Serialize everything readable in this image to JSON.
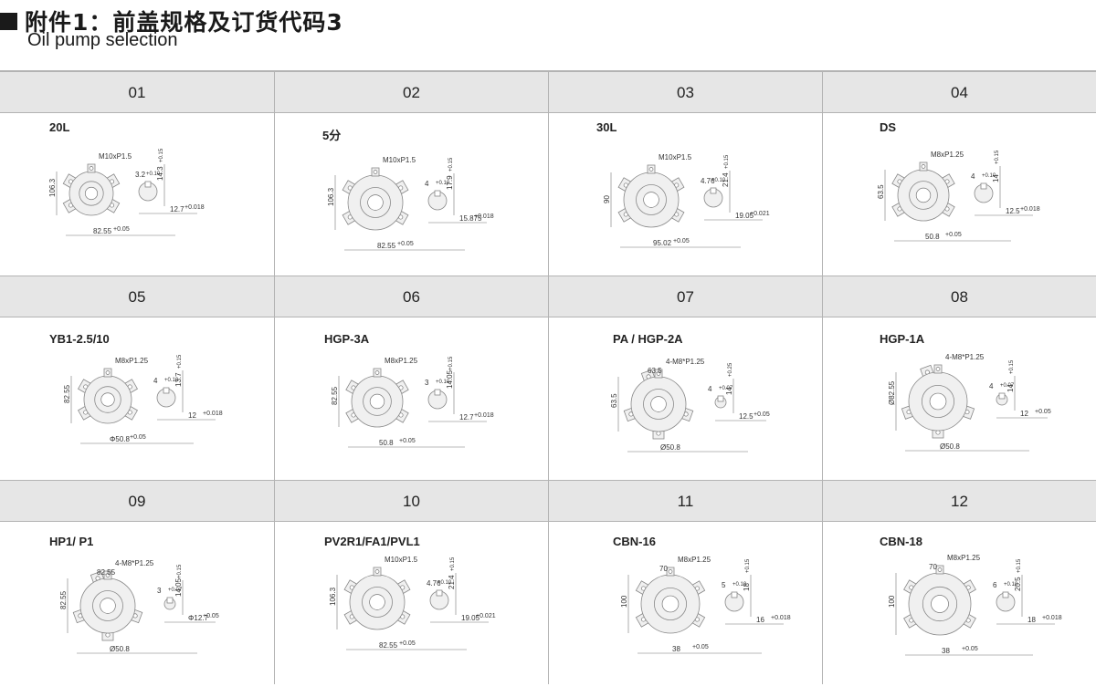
{
  "header": {
    "title": "附件1：前盖规格及订货代码3",
    "subtitle": "Oil pump selection"
  },
  "cells": [
    {
      "code": "01",
      "model": "20L",
      "thread": "M10xP1.5",
      "key_w": "3.2",
      "key_tol": "+0.10",
      "key_h": "14.3",
      "key_h_tol": "+0.15",
      "shaft": "12.7",
      "shaft_tol": "+0.018",
      "pcd": "82.55",
      "pcd_tol": "+0.05",
      "dim_a": "106.3",
      "dim_b": ""
    },
    {
      "code": "02",
      "model": "5分",
      "thread": "M10xP1.5",
      "key_w": "4",
      "key_tol": "+0.10",
      "key_h": "17.9",
      "key_h_tol": "+0.15",
      "shaft": "15.875",
      "shaft_tol": "+0.018",
      "pcd": "82.55",
      "pcd_tol": "+0.05",
      "dim_a": "106.3",
      "dim_b": ""
    },
    {
      "code": "03",
      "model": "30L",
      "thread": "M10xP1.5",
      "key_w": "4.76",
      "key_tol": "+0.10",
      "key_h": "21.4",
      "key_h_tol": "+0.15",
      "shaft": "19.05",
      "shaft_tol": "+0.021",
      "pcd": "95.02",
      "pcd_tol": "+0.05",
      "dim_a": "90",
      "dim_b": ""
    },
    {
      "code": "04",
      "model": "DS",
      "thread": "M8xP1.25",
      "key_w": "4",
      "key_tol": "+0.10",
      "key_h": "14",
      "key_h_tol": "+0.15",
      "shaft": "12.5",
      "shaft_tol": "+0.018",
      "pcd": "50.8",
      "pcd_tol": "+0.05",
      "dim_a": "63.5",
      "dim_b": ""
    },
    {
      "code": "05",
      "model": "YB1-2.5/10",
      "thread": "M8xP1.25",
      "key_w": "4",
      "key_tol": "+0.10",
      "key_h": "13.7",
      "key_h_tol": "+0.15",
      "shaft": "12",
      "shaft_tol": "+0.018",
      "pcd": "Φ50.8",
      "pcd_tol": "+0.05",
      "dim_a": "82.55",
      "dim_b": ""
    },
    {
      "code": "06",
      "model": "HGP-3A",
      "thread": "M8xP1.25",
      "key_w": "3",
      "key_tol": "+0.10",
      "key_h": "14.05",
      "key_h_tol": "+0.15",
      "shaft": "12.7",
      "shaft_tol": "+0.018",
      "pcd": "50.8",
      "pcd_tol": "+0.05",
      "dim_a": "82.55",
      "dim_b": ""
    },
    {
      "code": "07",
      "model": "PA /  HGP-2A",
      "thread": "4-M8*P1.25",
      "key_w": "4",
      "key_tol": "+0.07",
      "key_h": "14",
      "key_h_tol": "+0.25",
      "shaft": "12.5",
      "shaft_tol": "+0.05",
      "pcd": "Ø50.8",
      "pcd_tol": "",
      "dim_a": "63.5",
      "dim_b": "63.5"
    },
    {
      "code": "08",
      "model": "HGP-1A",
      "thread": "4-M8*P1.25",
      "key_w": "4",
      "key_tol": "+0.07",
      "key_h": "14",
      "key_h_tol": "+0.15",
      "shaft": "12",
      "shaft_tol": "+0.05",
      "pcd": "Ø50.8",
      "pcd_tol": "",
      "dim_a": "Ø82.55",
      "dim_b": ""
    },
    {
      "code": "09",
      "model": "HP1/ P1",
      "thread": "4-M8*P1.25",
      "key_w": "3",
      "key_tol": "+0.07",
      "key_h": "14.05",
      "key_h_tol": "+0.15",
      "shaft": "Φ12.7",
      "shaft_tol": "+0.05",
      "pcd": "Ø50.8",
      "pcd_tol": "",
      "dim_a": "82.55",
      "dim_b": "82.55"
    },
    {
      "code": "10",
      "model": "PV2R1/FA1/PVL1",
      "thread": "M10xP1.5",
      "key_w": "4.76",
      "key_tol": "+0.10",
      "key_h": "21.4",
      "key_h_tol": "+0.15",
      "shaft": "19.05",
      "shaft_tol": "+0.021",
      "pcd": "82.55",
      "pcd_tol": "+0.05",
      "dim_a": "106.3",
      "dim_b": ""
    },
    {
      "code": "11",
      "model": "CBN-16",
      "thread": "M8xP1.25",
      "key_w": "5",
      "key_tol": "+0.10",
      "key_h": "18",
      "key_h_tol": "+0.15",
      "shaft": "16",
      "shaft_tol": "+0.018",
      "pcd": "38",
      "pcd_tol": "+0.05",
      "dim_a": "100",
      "dim_b": "70"
    },
    {
      "code": "12",
      "model": "CBN-18",
      "thread": "M8xP1.25",
      "key_w": "6",
      "key_tol": "+0.10",
      "key_h": "20.5",
      "key_h_tol": "+0.15",
      "shaft": "18",
      "shaft_tol": "+0.018",
      "pcd": "38",
      "pcd_tol": "+0.05",
      "dim_a": "100",
      "dim_b": "70"
    }
  ]
}
